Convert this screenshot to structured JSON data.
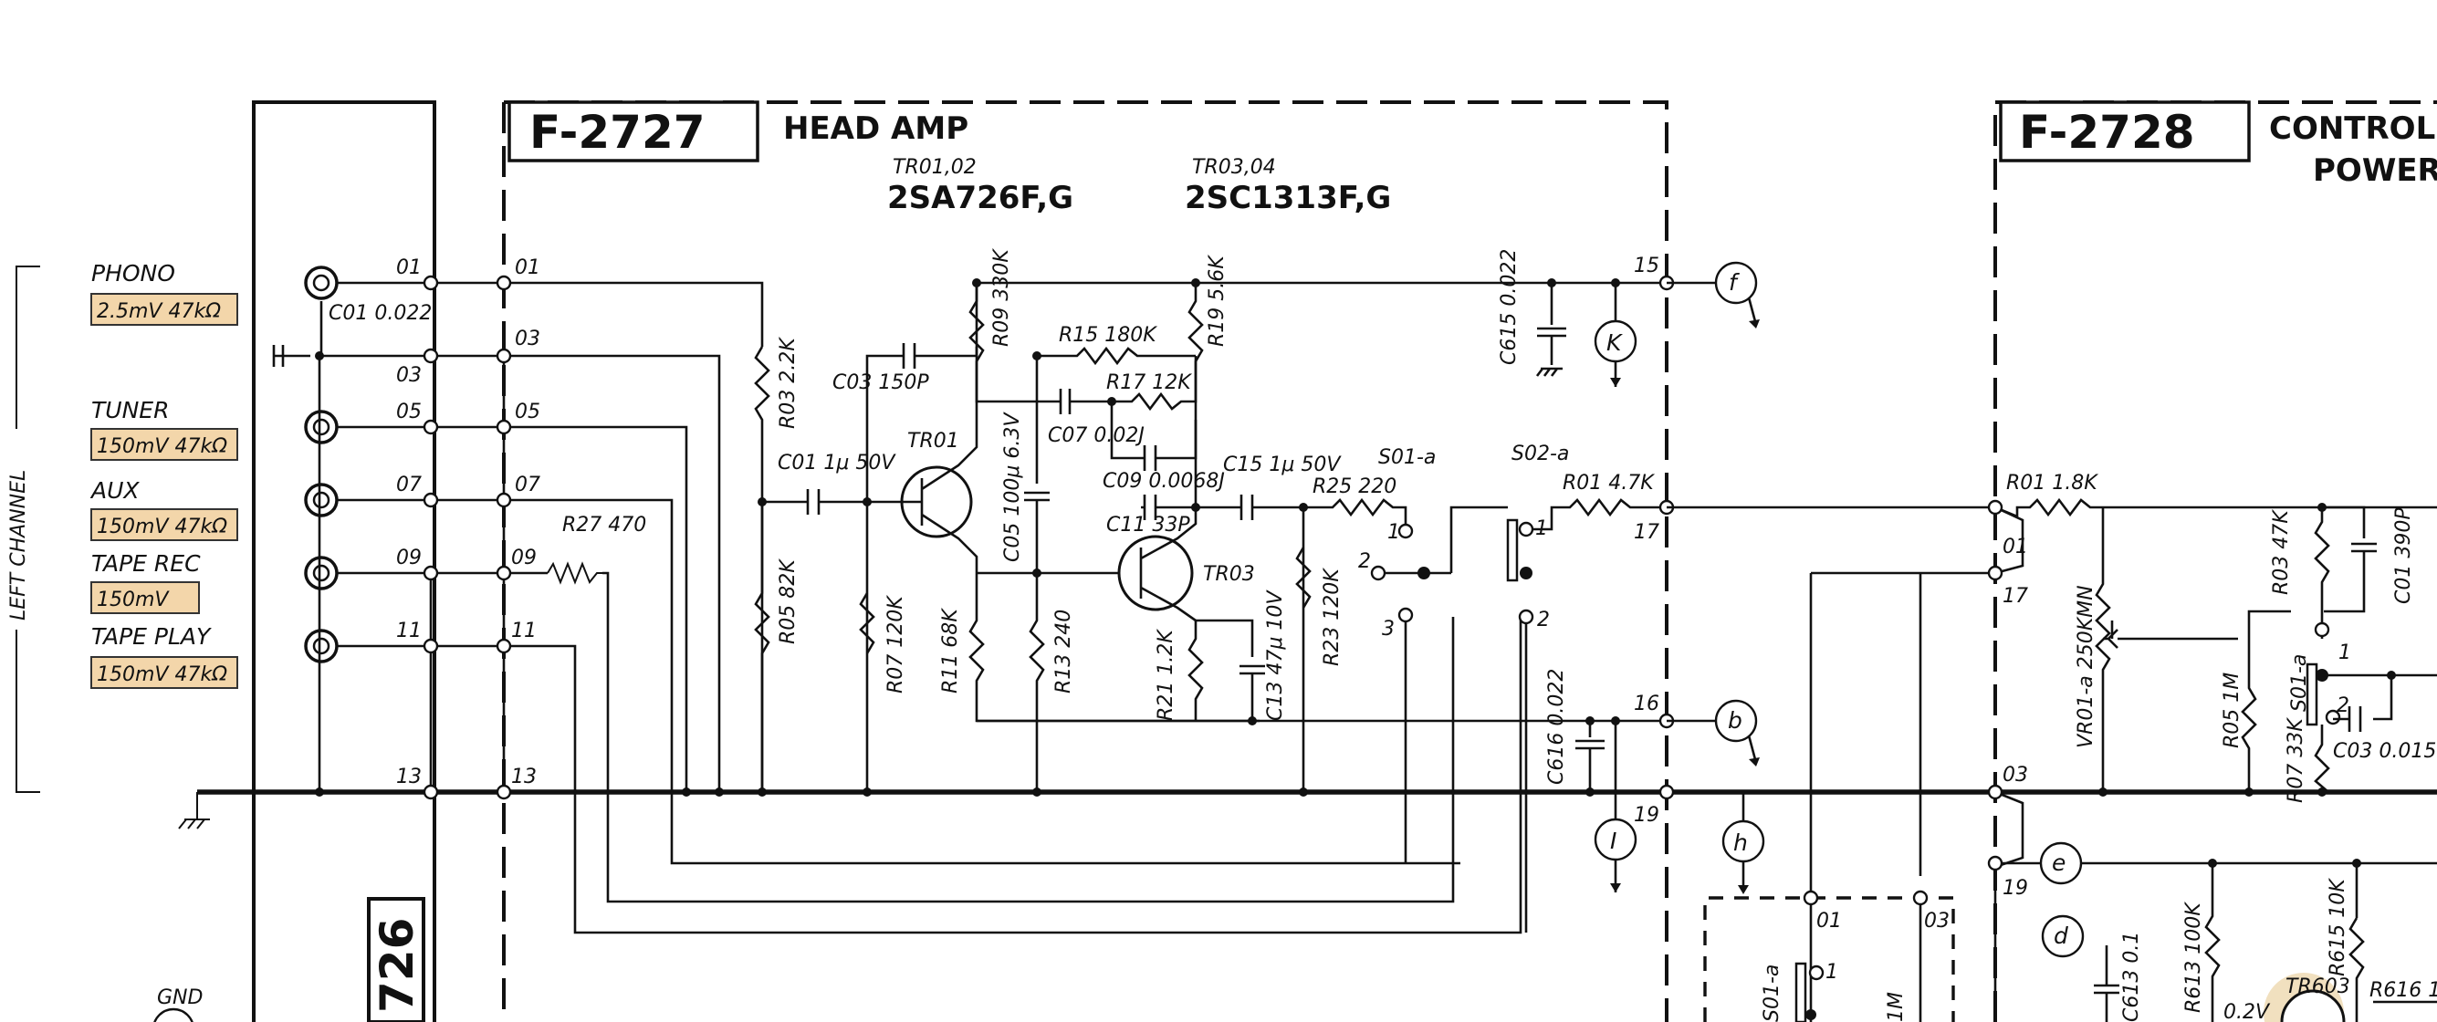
{
  "side_label": "LEFT CHANNEL",
  "gnd_label": "GND",
  "left_board_number": "726",
  "inputs": [
    {
      "name": "PHONO",
      "spec": "2.5mV 47kΩ"
    },
    {
      "name": "TUNER",
      "spec": "150mV 47kΩ"
    },
    {
      "name": "AUX",
      "spec": "150mV 47kΩ"
    },
    {
      "name": "TAPE REC",
      "spec": "150mV"
    },
    {
      "name": "TAPE PLAY",
      "spec": "150mV 47kΩ"
    }
  ],
  "head_amp": {
    "board": "F-2727",
    "title": "HEAD AMP",
    "tr_group1": {
      "ref": "TR01,02",
      "type": "2SA726F,G"
    },
    "tr_group2": {
      "ref": "TR03,04",
      "type": "2SC1313F,G"
    }
  },
  "control": {
    "board": "F-2728",
    "title_line1": "CONTROL",
    "title_line2": "POWER"
  },
  "pins_left": [
    "01",
    "03",
    "05",
    "07",
    "09",
    "11",
    "13"
  ],
  "pins_mid": [
    "01",
    "03",
    "05",
    "07",
    "09",
    "11",
    "13"
  ],
  "pins_right": [
    "15",
    "17",
    "16",
    "19"
  ],
  "pins_control": [
    "01",
    "17",
    "03",
    "19"
  ],
  "pins_lower": [
    "01",
    "03"
  ],
  "components": {
    "c01_in": "C01 0.022",
    "r03": "R03 2.2K",
    "r05": "R05 82K",
    "r27": "R27 470",
    "c01": "C01 1μ 50V",
    "c03": "C03 150P",
    "tr01": "TR01",
    "r07": "R07 120K",
    "r09": "R09 330K",
    "c05": "C05 100μ 6.3V",
    "r11": "R11 68K",
    "r13": "R13 240",
    "r15": "R15 180K",
    "r17": "R17 12K",
    "c07": "C07 0.02J",
    "c09": "C09 0.0068J",
    "c11": "C11 33P",
    "tr03": "TR03",
    "r19": "R19 5.6K",
    "r21": "R21 1.2K",
    "c13": "C13 47μ 10V",
    "c15": "C15 1μ 50V",
    "r25": "R25 220",
    "r23": "R23 120K",
    "s01a": "S01-a",
    "s02a": "S02-a",
    "r01_out": "R01 4.7K",
    "c615": "C615 0.022",
    "c616": "C616 0.022",
    "ctrl_r01": "R01 1.8K",
    "ctrl_r03": "R03 47K",
    "ctrl_c01": "C01 390P",
    "ctrl_vr": "VR01-a 250KMN",
    "ctrl_r05": "R05 1M",
    "ctrl_s01a": "S01-a",
    "ctrl_r07": "R07 33K",
    "ctrl_c03": "C03 0.015",
    "ctrl_r613": "R613 100K",
    "ctrl_r615": "R615 10K",
    "ctrl_tr603": "TR603",
    "ctrl_r616": "R616 1",
    "ctrl_c613": "C613 0.1",
    "ctrl_voltage": "0.2V",
    "lower_s01a": "S01-a",
    "lower_r": "1M"
  },
  "switch_positions": [
    "1",
    "2",
    "3"
  ],
  "connectors": [
    "f",
    "K",
    "b",
    "I",
    "h",
    "e",
    "d"
  ]
}
